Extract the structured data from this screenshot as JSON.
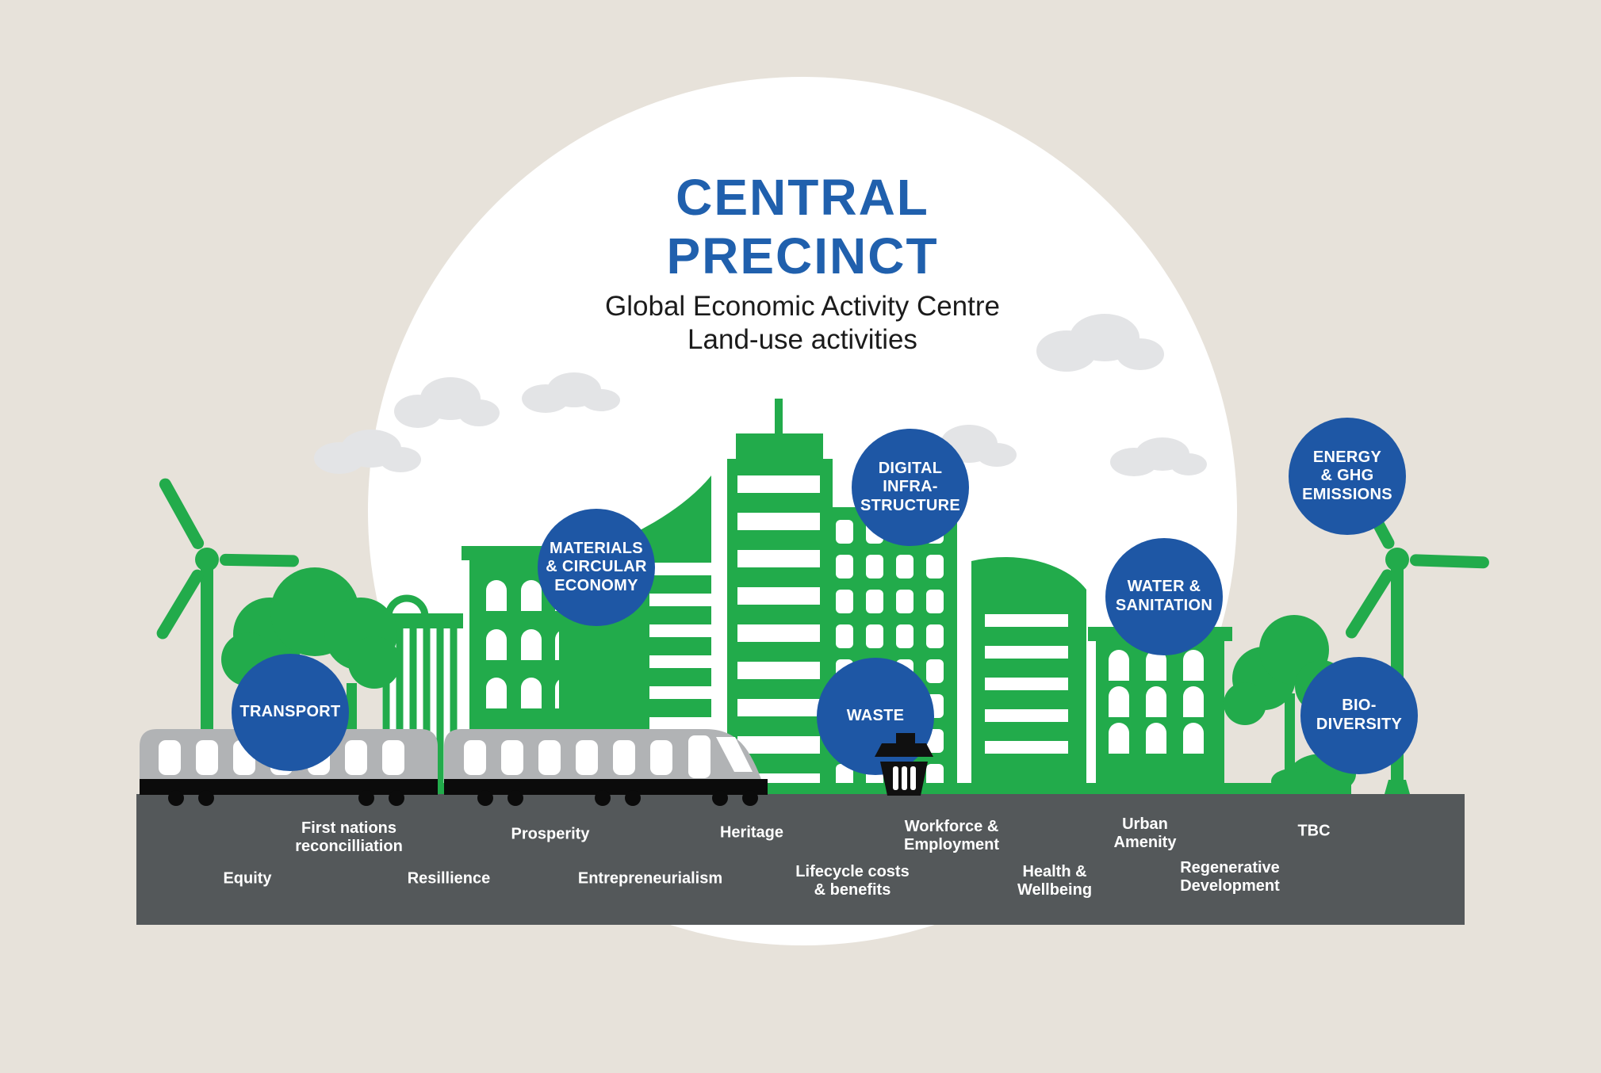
{
  "title": {
    "text": "CENTRAL\nPRECINCT"
  },
  "subtitle": {
    "text": "Global Economic Activity Centre\nLand-use activities"
  },
  "bubbles": [
    "TRANSPORT",
    "MATERIALS\n& CIRCULAR\nECONOMY",
    "DIGITAL\nINFRA-\nSTRUCTURE",
    "WASTE",
    "WATER &\nSANITATION",
    "ENERGY\n& GHG\nEMISSIONS",
    "BIO-\nDIVERSITY"
  ],
  "ground": {
    "row1": [
      "First nations\nreconcilliation",
      "Prosperity",
      "Heritage",
      "Workforce &\nEmployment",
      "Urban\nAmenity",
      "TBC"
    ],
    "row2": [
      "Equity",
      "Resillience",
      "Entrepreneurialism",
      "Lifecycle costs\n& benefits",
      "Health &\nWellbeing",
      "Regenerative\nDevelopment"
    ]
  },
  "illustration": {
    "icons": [
      "wind-turbine-icon",
      "tree-icon",
      "train-icon",
      "trash-bin-icon",
      "cloud-icon",
      "building-icon"
    ]
  },
  "colors": {
    "background": "#e7e2da",
    "sky_circle": "#ffffff",
    "title_blue": "#2060ad",
    "bubble_blue": "#1e57a5",
    "green": "#22ab4b",
    "ground_bar": "#54585a",
    "cloud_gray": "#e3e4e6",
    "train_gray": "#b1b3b5",
    "label_white": "#ffffff",
    "text_dark": "#1b1b1b",
    "black": "#0b0b0b"
  }
}
